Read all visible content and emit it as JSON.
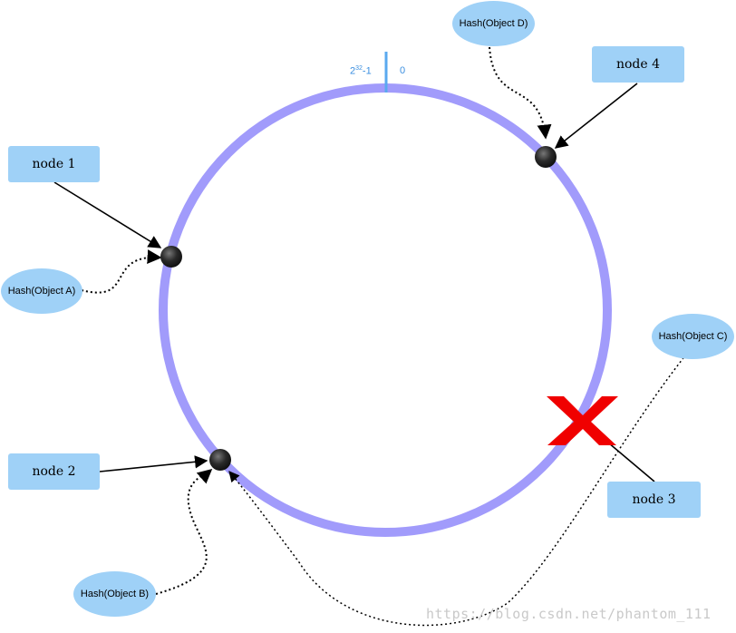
{
  "ring": {
    "max_label_base": "2",
    "max_label_exp": "32",
    "max_label_suffix": "-1",
    "zero_label": "0",
    "color": "#a19bfb",
    "tick_color": "#5aa9ef"
  },
  "nodes": {
    "node1": "node 1",
    "node2": "node 2",
    "node3": "node 3",
    "node4": "node 4"
  },
  "objects": {
    "a": "Hash(Object A)",
    "b": "Hash(Object B)",
    "c": "Hash(Object C)",
    "d": "Hash(Object D)"
  },
  "colors": {
    "box_fill": "#9fd1f7",
    "failure_mark": "#f00000",
    "node_point": "#333333"
  },
  "watermark": "https://blog.csdn.net/phantom_111"
}
